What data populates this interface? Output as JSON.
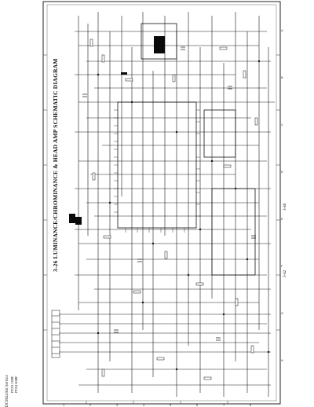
{
  "header": {
    "brand": "DC9624 Kit Service",
    "title": "3-26  LUMINANCE/CHROMINANCE & HEAD AMP SCHEMATIC DIAGRAM",
    "model": "PTZ3 C00F\nPTZ4 K00F"
  },
  "footer": {
    "page": "3-46",
    "page_alt": "3-42"
  },
  "border_labels": [
    "A",
    "B",
    "C",
    "D",
    "E",
    "F",
    "G",
    "H",
    "1",
    "2",
    "3",
    "4",
    "5",
    "6",
    "7",
    "8"
  ],
  "colors": {
    "ink": "#111111",
    "paper": "#ffffff"
  }
}
